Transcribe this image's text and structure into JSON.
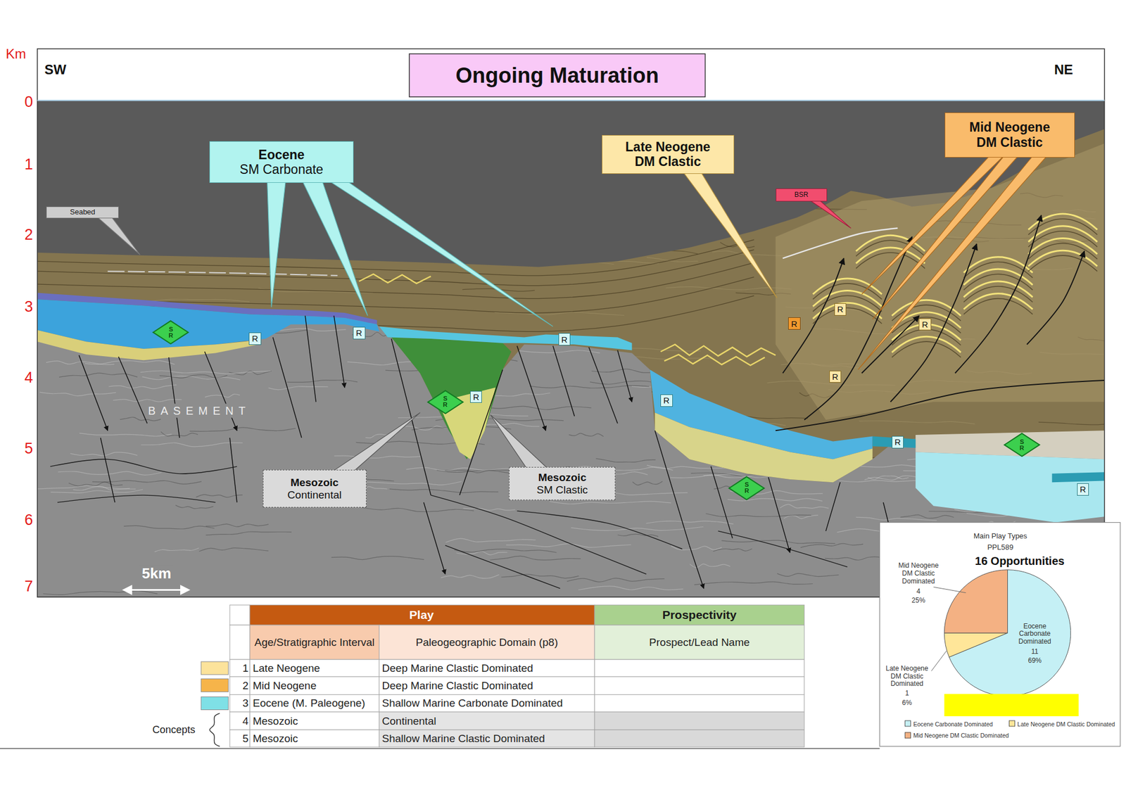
{
  "diagram": {
    "title": "Ongoing Maturation",
    "nodes": [
      {
        "text": [
          "Eocene",
          "SM Carbonate"
        ]
      },
      {
        "text": [
          "Late Neogene DM Clastic"
        ]
      },
      {
        "text": [
          "Mid Neogene DM Clastic"
        ]
      },
      {
        "text": [
          "BSR"
        ]
      },
      {
        "text": [
          "Seabed"
        ]
      },
      {
        "text": [
          "R"
        ]
      },
      {
        "text": [
          "R"
        ]
      },
      {
        "text": [
          "R"
        ]
      },
      {
        "text": [
          "S R"
        ]
      },
      {
        "text": [
          "R"
        ]
      },
      {
        "text": [
          "R"
        ]
      },
      {
        "text": [
          "R"
        ]
      },
      {
        "text": [
          "R"
        ]
      },
      {
        "text": [
          "R"
        ]
      },
      {
        "text": [
          "S R"
        ]
      },
      {
        "text": [
          "R"
        ]
      },
      {
        "text": [
          "R"
        ]
      },
      {
        "text": [
          "S R"
        ]
      },
      {
        "text": [
          "S R"
        ]
      },
      {
        "text": [
          "R"
        ]
      },
      {
        "text": [
          "Mesozoic",
          "Continental"
        ]
      },
      {
        "text": [
          "Mesozoic",
          "SM Clastic"
        ]
      }
    ],
    "labels": [
      "Km",
      "SW",
      "NE",
      "0",
      "1",
      "2",
      "3",
      "4",
      "5",
      "6",
      "7",
      "BASEMENT",
      "5km",
      "Play",
      "Prospectivity",
      "Age/Stratigraphic Interval",
      "Paleogeographic Domain (p8)",
      "Prospect/Lead Name",
      "1",
      "Late Neogene",
      "Deep Marine Clastic Dominated",
      "2",
      "Mid Neogene",
      "Deep Marine Clastic Dominated",
      "3",
      "Eocene (M. Paleogene)",
      "Shallow Marine Carbonate Dominated",
      "4",
      "Mesozoic",
      "Continental",
      "5",
      "Mesozoic",
      "Shallow Marine Clastic Dominated",
      "Concepts",
      "Main Play Types",
      "PPL589",
      "16 Opportunities",
      "Mid Neogene DM Clastic Dominated",
      "4",
      "25%",
      "Eocene Carbonate Dominated",
      "11",
      "69%",
      "Late Neogene DM Clastic Dominated",
      "1",
      "6%"
    ],
    "legend": [
      {
        "text": "Eocene Carbonate Dominated",
        "color": "#c5f0f5"
      },
      {
        "text": "Late Neogene DM Clastic Dominated",
        "color": "#ffe699"
      },
      {
        "text": "Mid Neogene DM Clastic Dominated",
        "color": "#f4b183"
      }
    ]
  }
}
